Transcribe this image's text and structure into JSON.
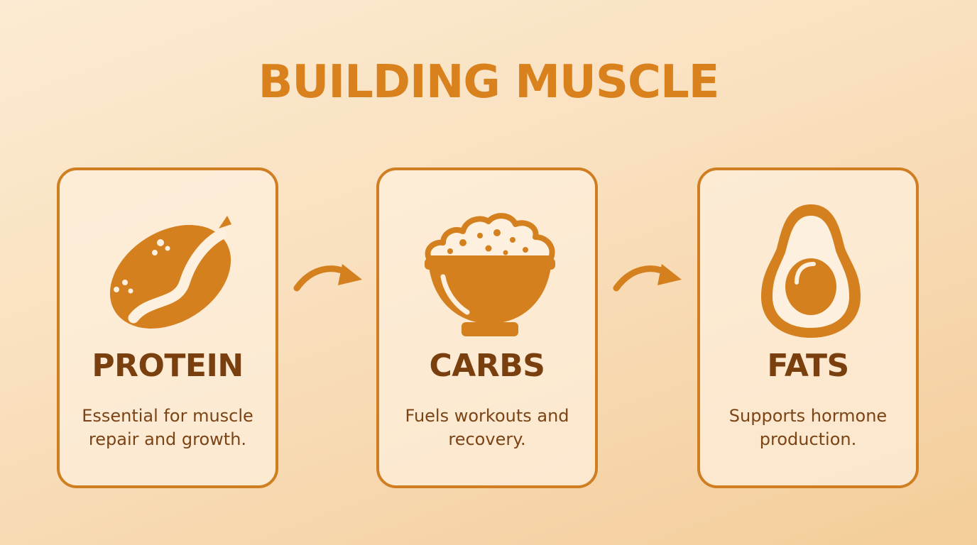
{
  "title": "BUILDING MUSCLE",
  "colors": {
    "accent": "#d9811d",
    "icon": "#d4801f",
    "heading": "#7a3f0f",
    "text": "#7a4416",
    "card_border": "#cf7f22"
  },
  "cards": [
    {
      "name": "PROTEIN",
      "description": "Essential for muscle repair and growth.",
      "icon": "bean-icon"
    },
    {
      "name": "CARBS",
      "description": "Fuels workouts and recovery.",
      "icon": "rice-bowl-icon"
    },
    {
      "name": "FATS",
      "description": "Supports hormone production.",
      "icon": "avocado-icon"
    }
  ],
  "connectors": [
    {
      "from": "PROTEIN",
      "to": "CARBS",
      "icon": "curved-arrow-icon"
    },
    {
      "from": "CARBS",
      "to": "FATS",
      "icon": "curved-arrow-icon"
    }
  ]
}
